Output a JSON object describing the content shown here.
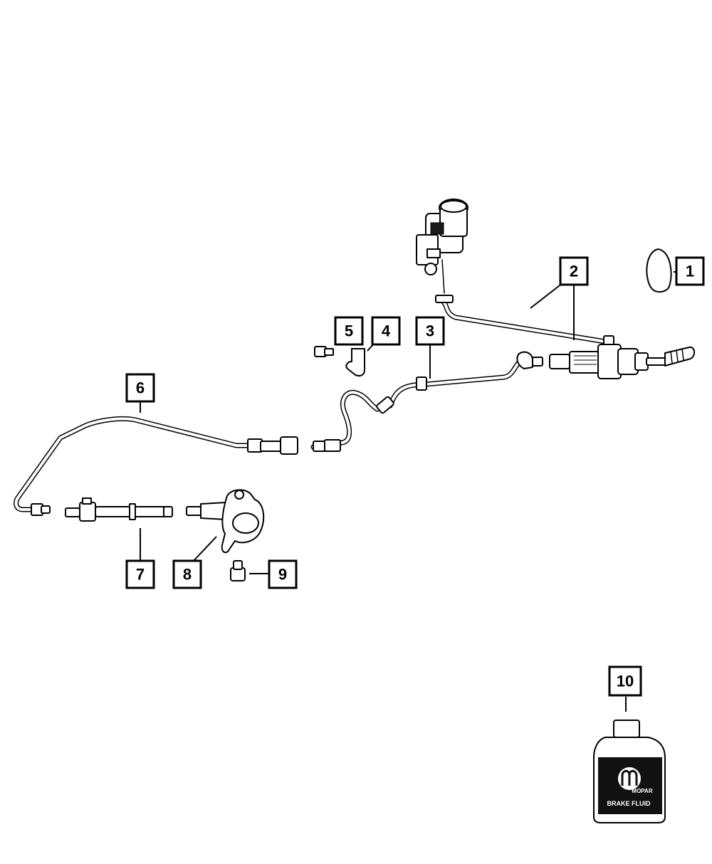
{
  "callouts": [
    {
      "id": "1",
      "label": "1"
    },
    {
      "id": "2",
      "label": "2"
    },
    {
      "id": "3",
      "label": "3"
    },
    {
      "id": "4",
      "label": "4"
    },
    {
      "id": "5",
      "label": "5"
    },
    {
      "id": "6",
      "label": "6"
    },
    {
      "id": "7",
      "label": "7"
    },
    {
      "id": "8",
      "label": "8"
    },
    {
      "id": "9",
      "label": "9"
    },
    {
      "id": "10",
      "label": "10"
    }
  ],
  "bottle": {
    "brand": "MOPAR",
    "product": "BRAKE FLUID"
  }
}
